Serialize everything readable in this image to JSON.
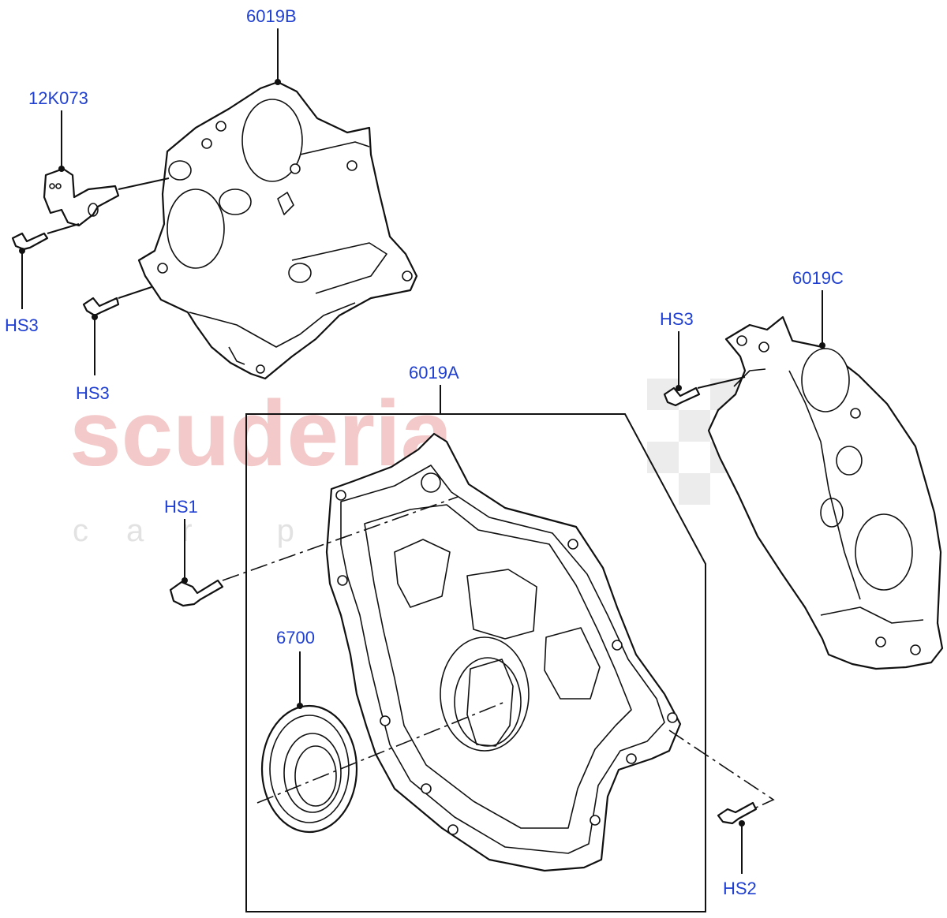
{
  "watermark": {
    "brand": "scuderia",
    "sub": "car parts"
  },
  "labels": {
    "cover_upper": "6019B",
    "sensor": "12K073",
    "bolt_sensor": "HS3",
    "bolt_upper": "HS3",
    "cover_right": "6019C",
    "bolt_right": "HS3",
    "cover_front": "6019A",
    "bolt_front_top": "HS1",
    "seal": "6700",
    "bolt_front_bottom": "HS2"
  },
  "colors": {
    "label": "#1f3fd1",
    "watermark_brand": "#f3c9c9",
    "watermark_sub": "#e2e2e2",
    "line": "#111111"
  }
}
